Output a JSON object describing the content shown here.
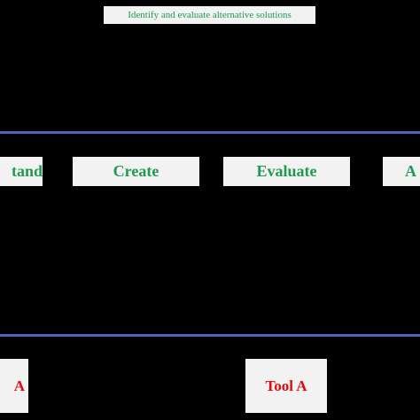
{
  "header": {
    "top_label": "Identify and evaluate alternative solutions"
  },
  "stages": {
    "understand_partial": "tand",
    "create": "Create",
    "evaluate": "Evaluate",
    "analyze_partial": "A"
  },
  "tools": {
    "left_partial": "A",
    "middle": "Tool A"
  },
  "colors": {
    "background": "#000000",
    "box_fill": "#f2f2f2",
    "stage_text": "#1f9a4f",
    "tool_text": "#e00b0b",
    "line": "#4a6ab3"
  }
}
